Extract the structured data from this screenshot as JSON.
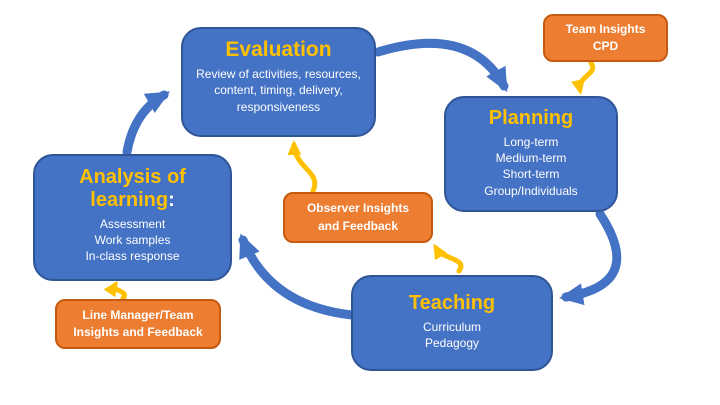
{
  "diagram": {
    "nodes": {
      "evaluation": {
        "title": "Evaluation",
        "lines": [
          "Review of activities, resources,",
          "content, timing, delivery,",
          "responsiveness"
        ]
      },
      "planning": {
        "title": "Planning",
        "lines": [
          "Long-term",
          "Medium-term",
          "Short-term",
          "Group/Individuals"
        ]
      },
      "analysis": {
        "title": "Analysis of learning",
        "title_colon": ":",
        "lines": [
          "Assessment",
          "Work samples",
          "In-class response"
        ]
      },
      "teaching": {
        "title": "Teaching",
        "lines": [
          "Curriculum",
          "Pedagogy"
        ]
      }
    },
    "callouts": {
      "team_insights": {
        "lines": [
          "Team Insights",
          "CPD"
        ]
      },
      "observer": {
        "lines": [
          "Observer Insights",
          "and Feedback"
        ]
      },
      "line_manager": {
        "lines": [
          "Line Manager/Team",
          "Insights and Feedback"
        ]
      }
    },
    "colors": {
      "node_fill": "#4472C4",
      "node_border": "#2F5597",
      "title_text": "#FFC000",
      "body_text": "#FFFFFF",
      "callout_fill": "#ED7D31",
      "callout_border": "#C55A11",
      "arrow_blue": "#4472C4",
      "arrow_yellow": "#FFC000"
    }
  }
}
